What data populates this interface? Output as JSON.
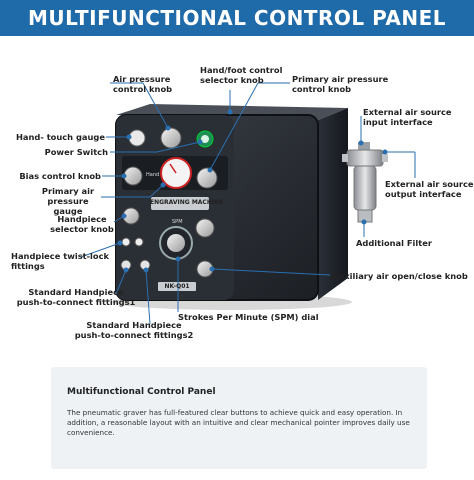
{
  "banner": {
    "title": "MULTIFUNCTIONAL CONTROL PANEL"
  },
  "device": {
    "model_label": "ENGRAVING MACHINE",
    "model_code": "NK-Q01",
    "hand_label": "Hand",
    "spm_label": "SPM"
  },
  "labels": {
    "air_pressure_control_knob": "Air pressure\ncontrol knob",
    "hand_foot_control_selector_knob": "Hand/foot control\nselector knob",
    "primary_air_pressure_control_knob": "Primary air pressure\ncontrol knob",
    "external_air_source_input_interface": "External air source\ninput interface",
    "hand_touch_gauge": "Hand- touch gauge",
    "power_switch": "Power Switch",
    "bias_control_knob": "Bias control knob",
    "primary_air_pressure_gauge": "Primary air\npressure gauge",
    "external_air_source_output_interface": "External air source\noutput interface",
    "handpiece_selector_knob": "Handpiece\nselector knob",
    "additional_filter": "Additional Filter",
    "handpiece_twist_lock_fittings": "Handpiece twist-lock\nfittings",
    "auxiliary_air_open_close_knob": "Auxiliary air open/close knob",
    "standard_handpiece_fittings_1": "Standard Handpiece\npush-to-connect fittings1",
    "strokes_per_minute_dial": "Strokes Per Minute (SPM) dial",
    "standard_handpiece_fittings_2": "Standard Handpiece\npush-to-connect fittings2"
  },
  "info": {
    "title": "Multifunctional Control Panel",
    "body": "The pneumatic graver has full-featured clear buttons to achieve quick and easy operation. In addition, a reasonable layout with an intuitive and clear mechanical pointer improves daily use convenience."
  }
}
